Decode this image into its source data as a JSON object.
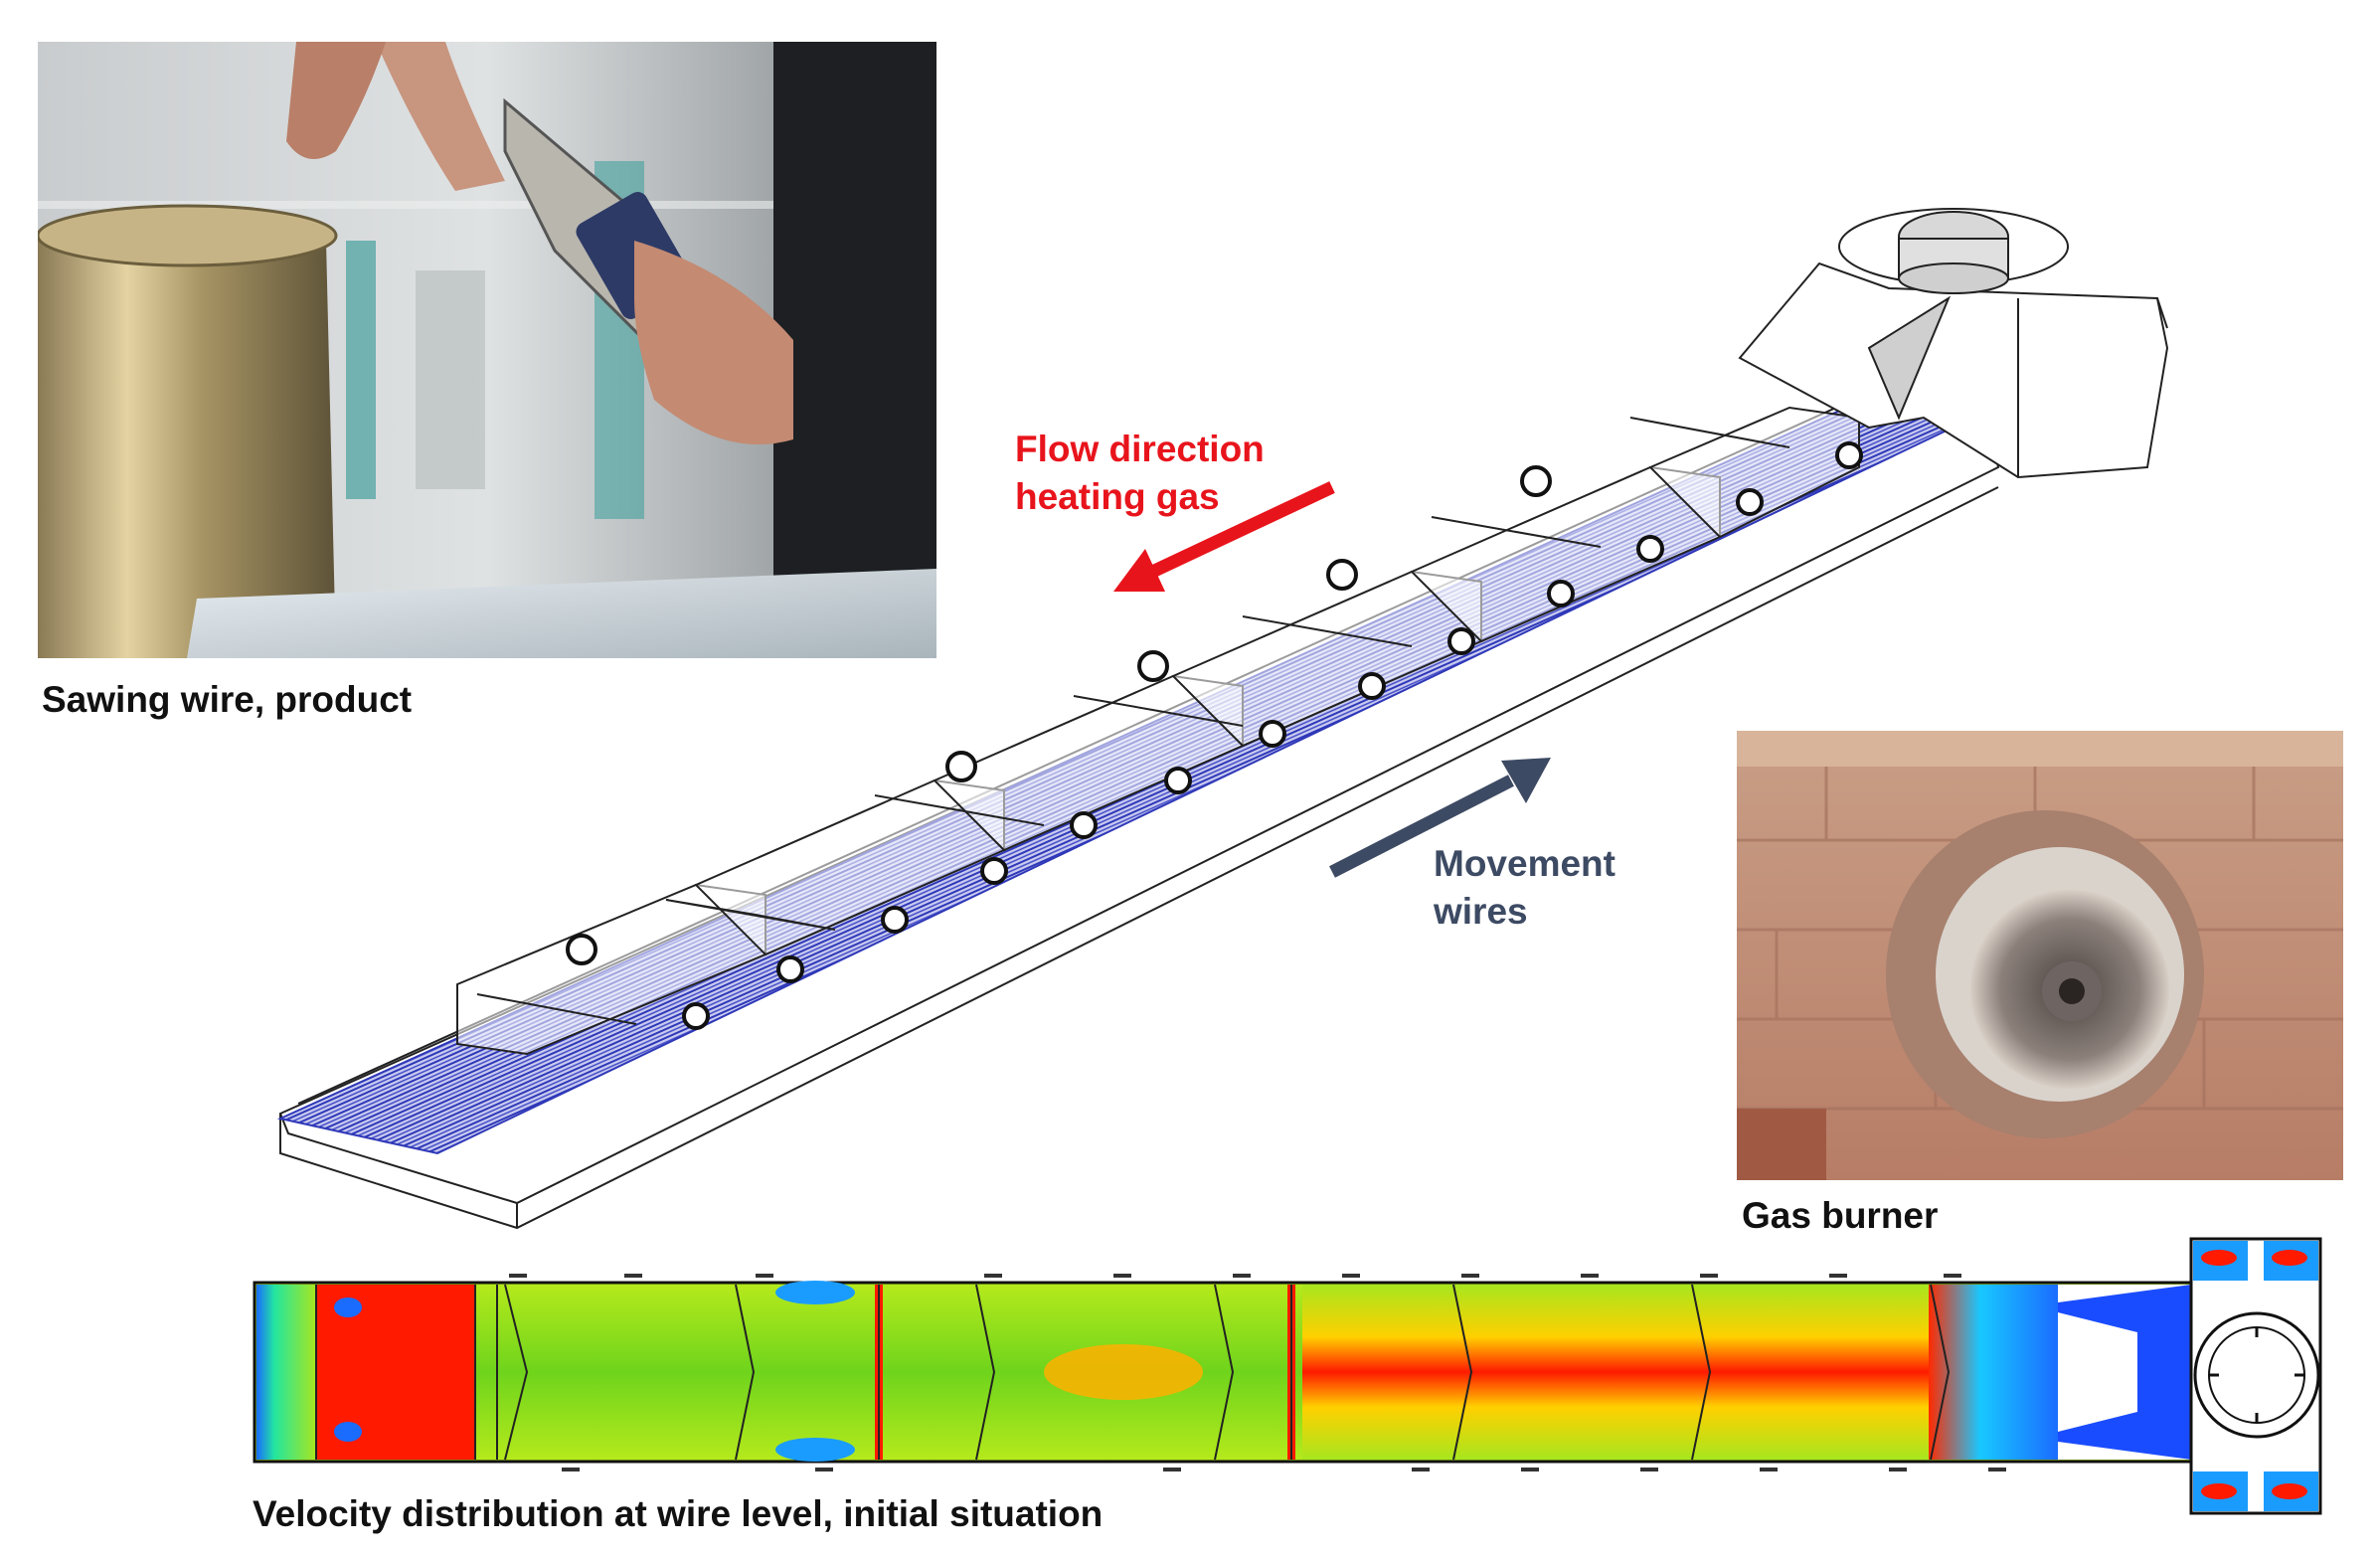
{
  "captions": {
    "sawing_wire": "Sawing wire, product",
    "gas_burner": "Gas burner",
    "velocity": "Velocity distribution at wire level, initial situation"
  },
  "annotations": {
    "flow_direction": {
      "line1": "Flow direction",
      "line2": "heating gas",
      "color": "#e8141c"
    },
    "movement": {
      "line1": "Movement",
      "line2": "wires",
      "color": "#3d4a63"
    }
  },
  "colors": {
    "wires": "#3f47c4",
    "contour_high": "#ff1a00",
    "contour_mid": "#a8e61e",
    "contour_low": "#1a6cff"
  }
}
